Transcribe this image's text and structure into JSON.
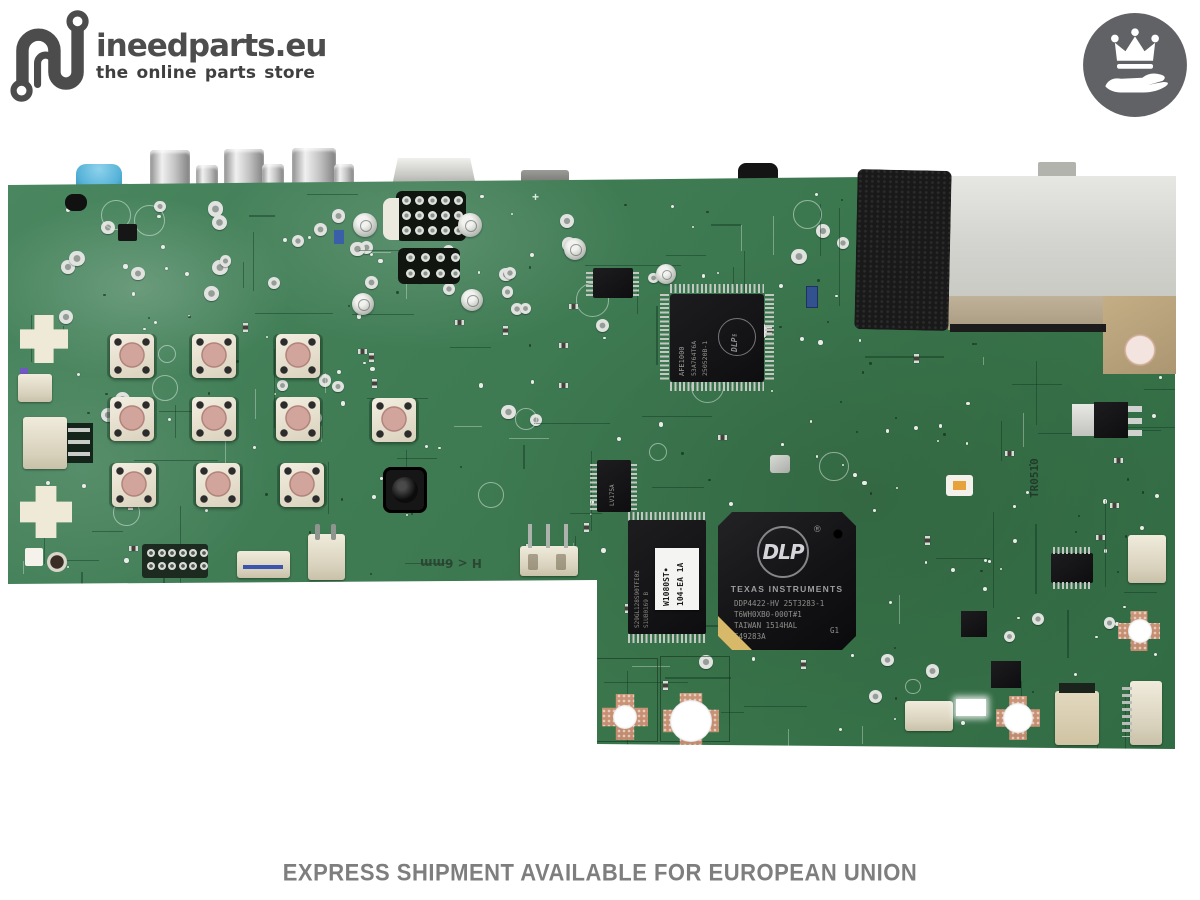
{
  "header": {
    "logo_title": "ineedparts.eu",
    "logo_subtitle": "the online parts store"
  },
  "badge": {
    "icon": "crown-hand",
    "color": "#616265"
  },
  "footer": {
    "text": "EXPRESS SHIPMENT AVAILABLE FOR EUROPEAN UNION"
  },
  "board": {
    "notes": {
      "height_note": "H < 6mm",
      "serial": "TR0510",
      "plus": "+"
    }
  },
  "chips": {
    "main": {
      "logo": "DLP",
      "reg": "®",
      "brand": "TEXAS INSTRUMENTS",
      "lines": "DDP4422-HV 25T3283-1\nT6WH0XB0-000T#1\nTAIWAN 1514HAL\nE49283A",
      "corner": "G1"
    },
    "afe": {
      "logo": "DLP™",
      "line1": "AFE1000",
      "line2": "53A764T6A",
      "line3": "250520B-1"
    },
    "flash": {
      "marking": "S29GL128S90TFI02",
      "marking2": "S1UB0169 B",
      "label1": "W1080ST•",
      "label2": "104-EA 1A"
    },
    "soic_marking": "LV175A"
  },
  "colors": {
    "board_green": "#3f7c54",
    "accent_cream": "#efe9d7",
    "copper": "#cd9577",
    "logo_gray": "#4d4d4d"
  }
}
